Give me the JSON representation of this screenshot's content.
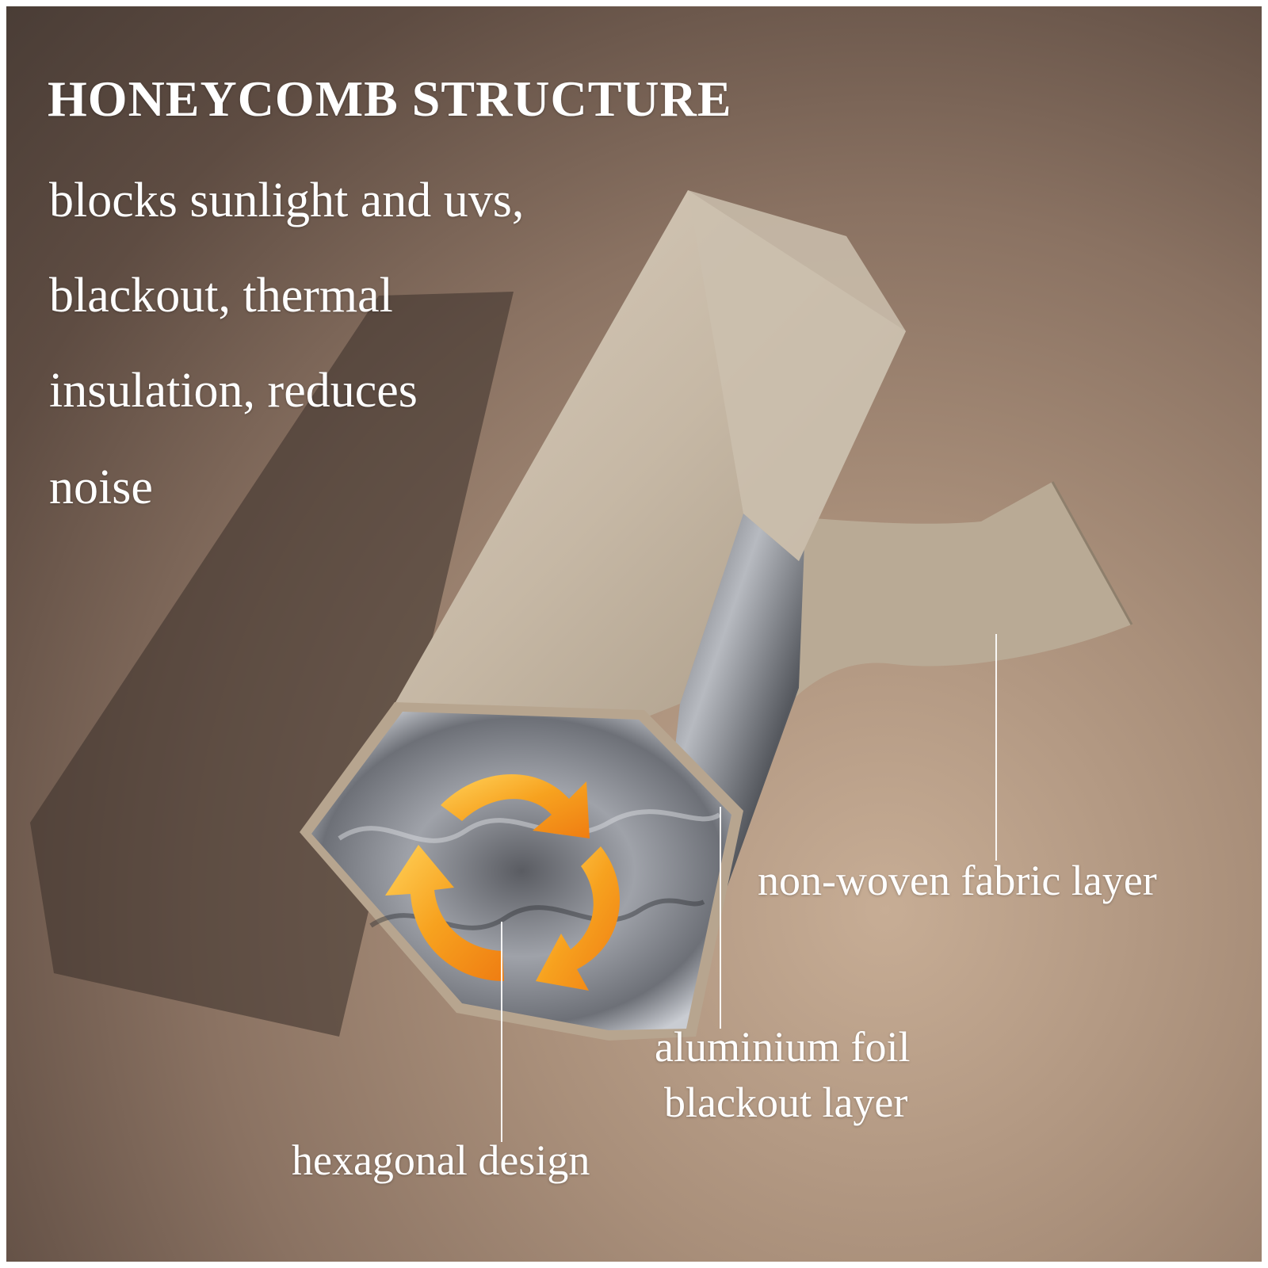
{
  "title": "HONEYCOMB STRUCTURE",
  "description_lines": [
    "blocks sunlight and uvs,",
    "blackout, thermal",
    "insulation, reduces",
    "noise"
  ],
  "labels": {
    "fabric": "non-woven fabric layer",
    "foil_line1": "aluminium foil",
    "foil_line2": "blackout layer",
    "hex": "hexagonal design"
  },
  "colors": {
    "background_dark": "#4a3d36",
    "background_light": "#c7ad95",
    "fabric": "#c9bba8",
    "foil": "#8d9097",
    "arrows": "#f59a1c",
    "text": "#ffffff"
  }
}
